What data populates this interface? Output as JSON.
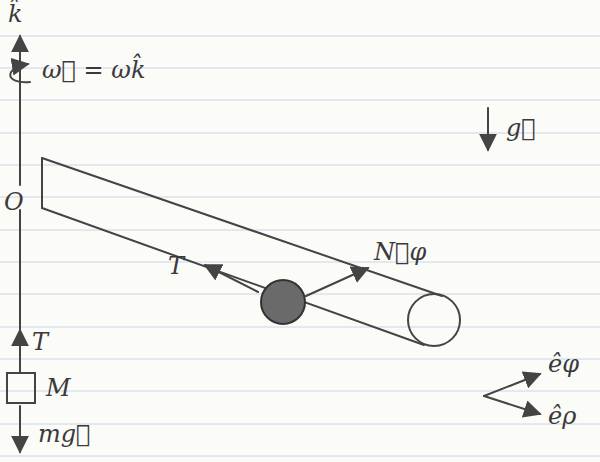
{
  "diagram": {
    "nodes": [
      {
        "text": [
          "M"
        ]
      }
    ],
    "labels": [
      "k̂",
      "ω⃗ = ωk̂",
      "g⃗",
      "O",
      "T",
      "N⃗φ",
      "T",
      "mg⃗",
      "êφ",
      "êρ"
    ]
  }
}
